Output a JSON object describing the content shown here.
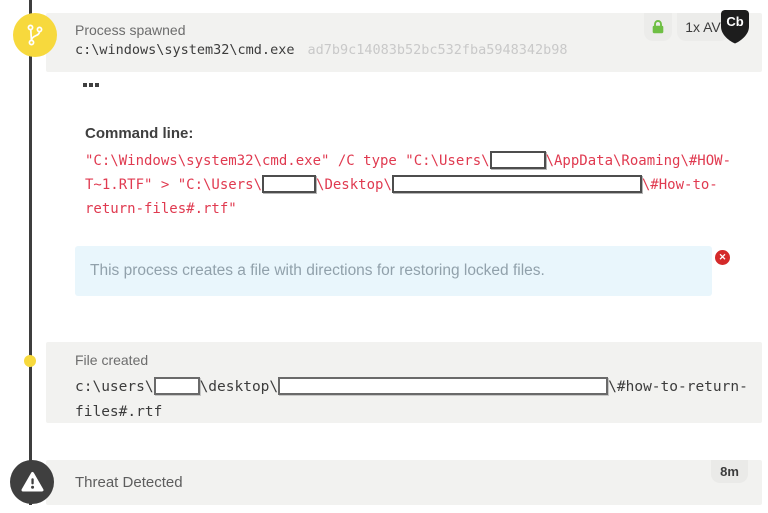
{
  "colors": {
    "accent_yellow": "#f7d93d",
    "alert_red_text": "#e03a50",
    "dismiss_red": "#d42a2a",
    "success_green": "#6fbf44",
    "note_blue_bg": "#e9f6fc",
    "node_dark": "#3f3f3f"
  },
  "icons": {
    "process_node": "process-branch-icon",
    "lock": "lock-icon",
    "more": "more-options-icon",
    "dismiss": "dismiss-x-icon",
    "threat_node": "warning-triangle-icon"
  },
  "process_event": {
    "title": "Process spawned",
    "path": "c:\\windows\\system32\\cmd.exe",
    "hash": "ad7b9c14083b52bc532fba5948342b98",
    "av_badge": "1x AV",
    "cb_badge": "Cb",
    "command_label": "Command line:",
    "command_lines": [
      [
        "\"C:\\Windows\\system32\\cmd.exe\" /C type \"C:\\Users\\",
        {
          "r": 56
        },
        "\\AppData\\Roaming\\#HOW-"
      ],
      [
        "T~1.RTF\" > \"C:\\Users\\",
        {
          "r": 54
        },
        "\\Desktop\\",
        {
          "r": 250
        },
        "\\#How-to-"
      ],
      [
        "return-files#.rtf\""
      ]
    ],
    "note": "This process creates a file with directions for restoring locked files."
  },
  "file_event": {
    "title": "File created",
    "path_lines": [
      [
        "c:\\users\\",
        {
          "r": 46
        },
        "\\desktop\\",
        {
          "r": 330
        },
        "\\#how-to-return-"
      ],
      [
        "files#.rtf"
      ]
    ]
  },
  "threat_event": {
    "title": "Threat Detected",
    "time_badge": "8m"
  }
}
